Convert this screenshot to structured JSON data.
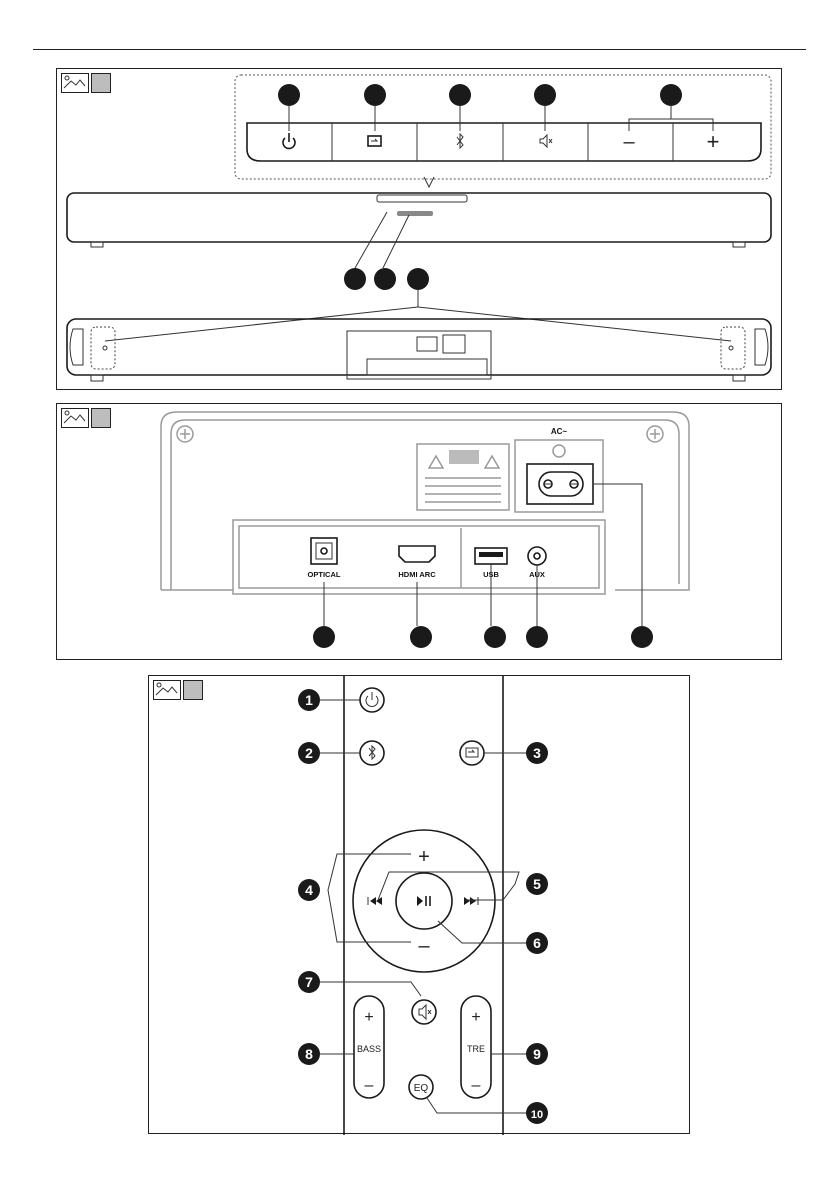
{
  "rear_panel": {
    "ac_label": "AC~",
    "optical_label": "OPTICAL",
    "hdmi_label": "HDMI ARC",
    "usb_label": "USB",
    "aux_label": "AUX"
  },
  "remote": {
    "bass_label": "BASS",
    "treble_label": "TRE",
    "eq_label": "EQ",
    "plus_symbol": "+",
    "minus_symbol": "–",
    "callouts": [
      "1",
      "2",
      "3",
      "4",
      "5",
      "6",
      "7",
      "8",
      "9",
      "10"
    ]
  },
  "top_panel": {
    "minus_symbol": "–",
    "plus_symbol": "+"
  }
}
